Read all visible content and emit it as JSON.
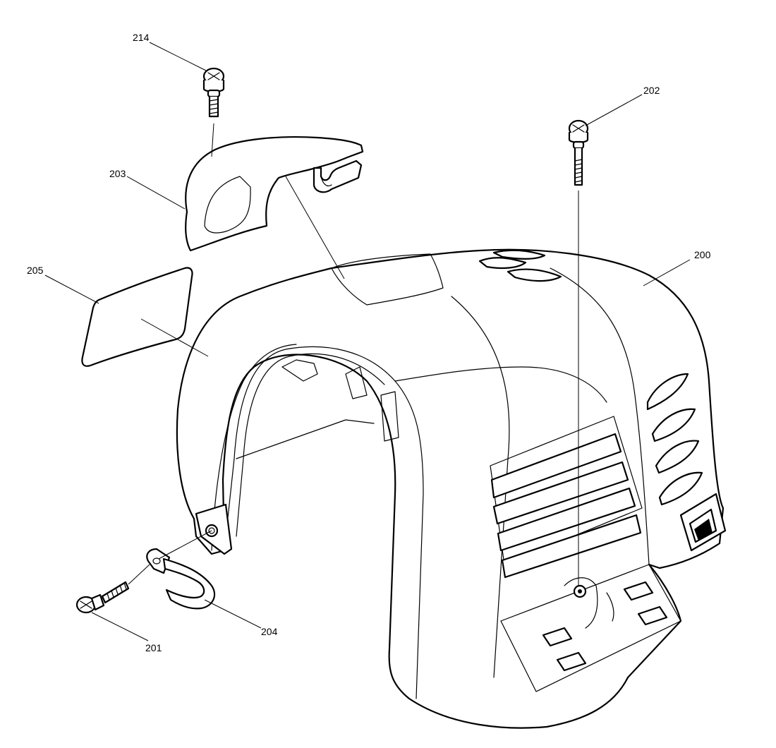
{
  "labels": {
    "p200": "200",
    "p201": "201",
    "p202": "202",
    "p203": "203",
    "p204": "204",
    "p205": "205",
    "p214": "214"
  },
  "colors": {
    "line": "#000000",
    "background": "#ffffff"
  }
}
